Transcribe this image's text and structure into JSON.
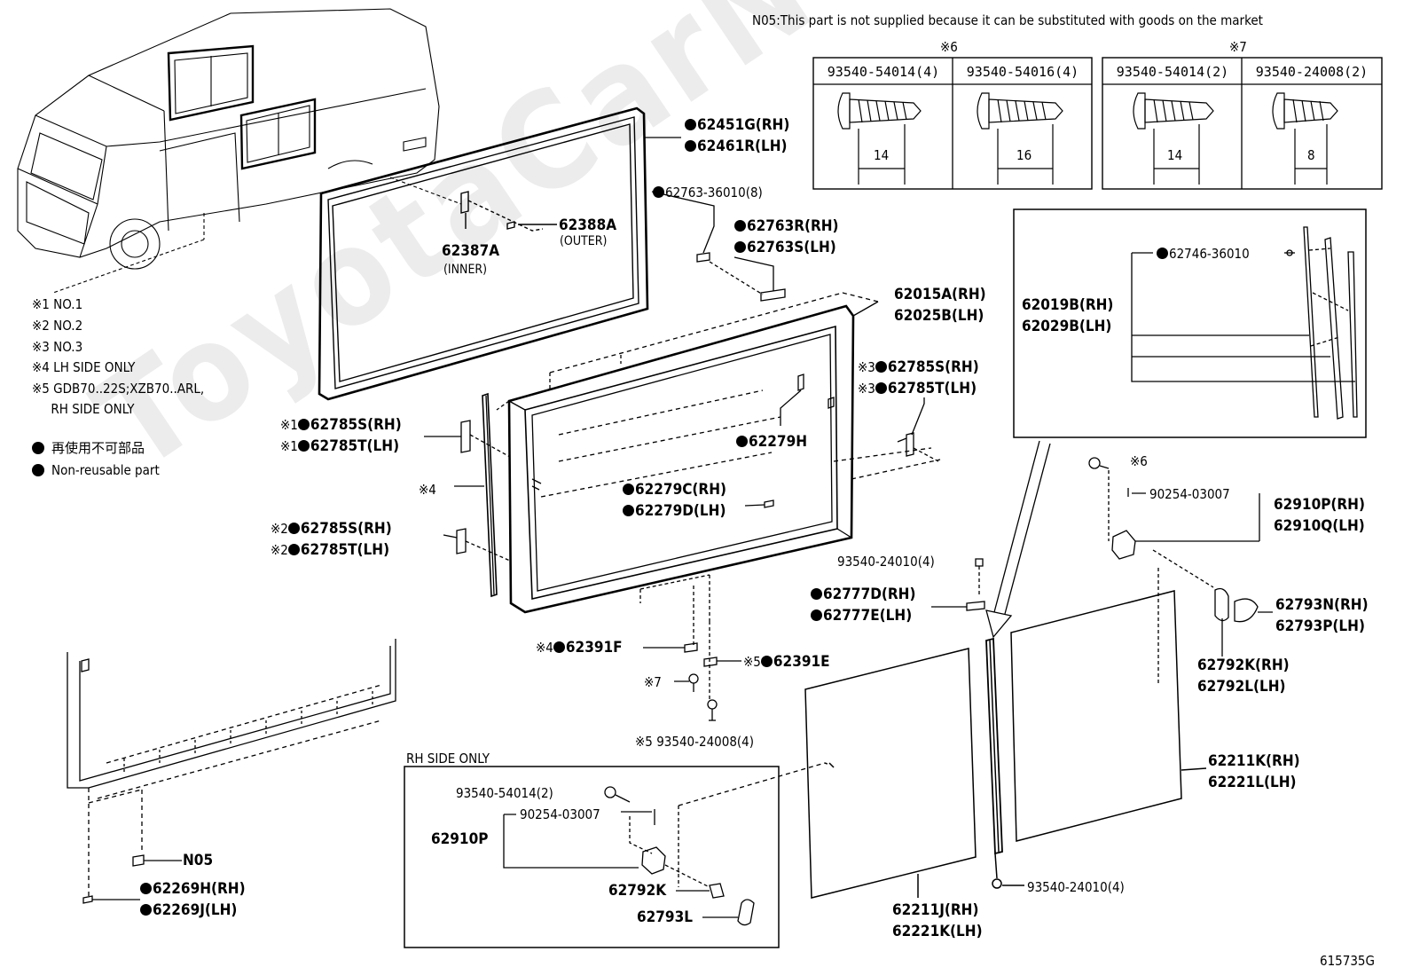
{
  "header_note": "N05:This part is not supplied because it can be substituted with goods on the market",
  "diagram_code": "615735G",
  "watermark": "ToyotaCarNet.ru",
  "screw_tables": [
    {
      "mark": "※6",
      "cols": [
        {
          "part": "93540-54014(4)",
          "len": "14"
        },
        {
          "part": "93540-54016(4)",
          "len": "16"
        }
      ]
    },
    {
      "mark": "※7",
      "cols": [
        {
          "part": "93540-54014(2)",
          "len": "14"
        },
        {
          "part": "93540-24008(2)",
          "len": "8"
        }
      ]
    }
  ],
  "legend": {
    "notes": [
      "※1  NO.1",
      "※2  NO.2",
      "※3  NO.3",
      "※4  LH SIDE ONLY",
      "※5  GDB70..22S;XZB70..ARL,",
      "     RH SIDE ONLY"
    ],
    "dot_jp": "再使用不可部品",
    "dot_en": "Non-reusable part"
  },
  "labels": {
    "p62451G": "62451G(RH)",
    "p62461R": "62461R(LH)",
    "p62763_36010": "62763-36010(8)",
    "p62388A": "62388A",
    "p62388A_sub": "(OUTER)",
    "p62387A": "62387A",
    "p62387A_sub": "(INNER)",
    "p62763R": "62763R(RH)",
    "p62763S": "62763S(LH)",
    "p62015A": "62015A(RH)",
    "p62025B": "62025B(LH)",
    "p62785S_3": "62785S(RH)",
    "p62785T_3": "62785T(LH)",
    "p62785S_1": "62785S(RH)",
    "p62785T_1": "62785T(LH)",
    "p62279H": "62279H",
    "p62279C": "62279C(RH)",
    "p62279D": "62279D(LH)",
    "p62785S_2": "62785S(RH)",
    "p62785T_2": "62785T(LH)",
    "p93540_24010a": "93540-24010(4)",
    "p62777D": "62777D(RH)",
    "p62777E": "62777E(LH)",
    "p62391F": "62391F",
    "p62391E": "62391E",
    "p93540_24008": "93540-24008(4)",
    "p62746": "62746-36010",
    "p62019B": "62019B(RH)",
    "p62029B": "62029B(LH)",
    "p90254_a": "90254-03007",
    "p62910P": "62910P(RH)",
    "p62910Q": "62910Q(LH)",
    "p62793N": "62793N(RH)",
    "p62793P": "62793P(LH)",
    "p62792K": "62792K(RH)",
    "p62792L": "62792L(LH)",
    "p62211K": "62211K(RH)",
    "p62221L": "62221L(LH)",
    "p62211J": "62211J(RH)",
    "p62221K": "62221K(LH)",
    "p93540_24010b": "93540-24010(4)",
    "pN05": "N05",
    "p62269H": "62269H(RH)",
    "p62269J": "62269J(LH)",
    "rh_only_title": "RH SIDE ONLY",
    "p93540_54014": "93540-54014(2)",
    "p90254_b": "90254-03007",
    "p62910P_b": "62910P",
    "p62792K_b": "62792K",
    "p62793L": "62793L"
  },
  "marks": {
    "m1": "※1",
    "m2": "※2",
    "m3": "※3",
    "m4": "※4",
    "m5": "※5",
    "m6": "※6",
    "m7": "※7"
  }
}
